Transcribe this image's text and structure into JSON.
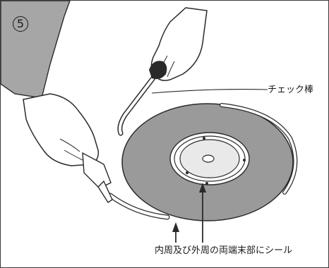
{
  "step": {
    "number": "5"
  },
  "callouts": {
    "check_rod": "チェック棒",
    "seal_instruction": "内周及び外周の両端末部にシール"
  }
}
